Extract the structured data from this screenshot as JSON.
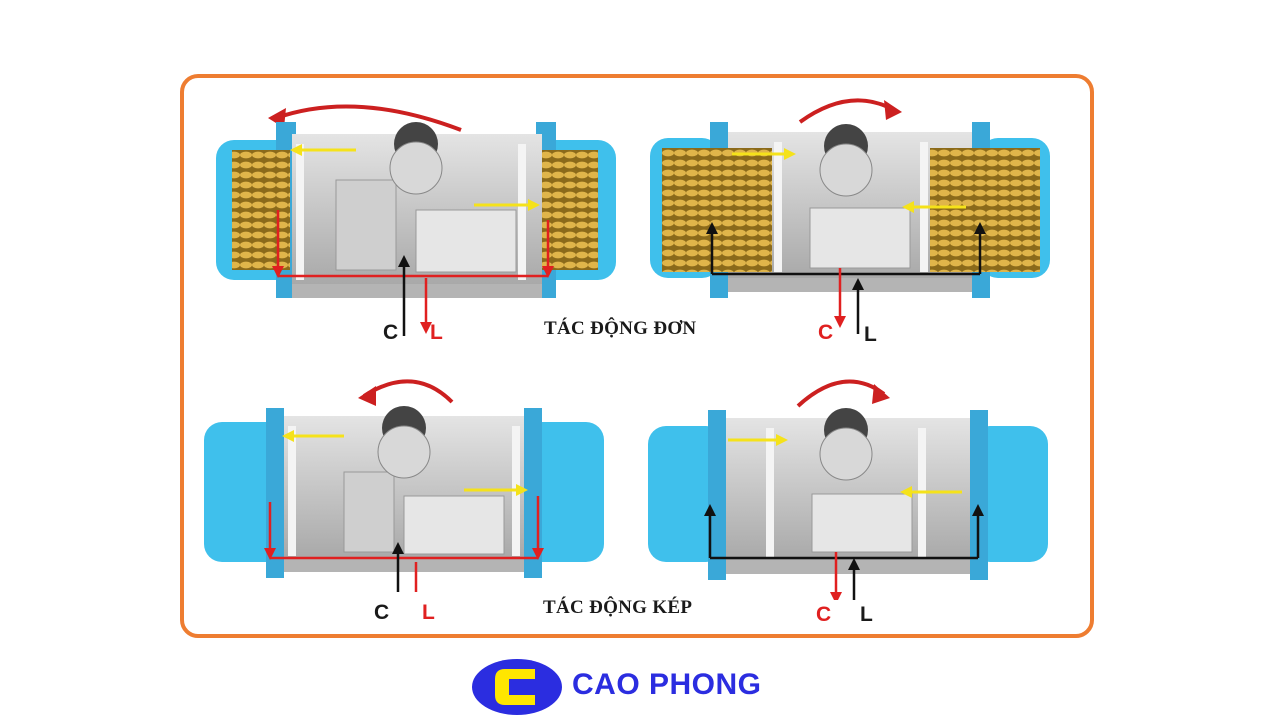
{
  "captions": {
    "single_acting": "TÁC ĐỘNG ĐƠN",
    "double_acting": "TÁC ĐỘNG KÉP"
  },
  "labels": {
    "c": "C",
    "l": "L"
  },
  "logo": {
    "text": "CAO PHONG",
    "letter": "C"
  },
  "colors": {
    "frame": "#ee7d31",
    "cap_blue": "#3fc0ec",
    "spring": "#c9a13a",
    "arrow_red": "#e02020",
    "arrow_yellow": "#f5e21a",
    "body_gray": "#c8c8c8",
    "logo_blue": "#2b2de0",
    "logo_yellow": "#ffe600"
  },
  "panels": [
    {
      "id": "single-left",
      "rotation": "counterclockwise",
      "springs": true
    },
    {
      "id": "single-right",
      "rotation": "clockwise",
      "springs": true
    },
    {
      "id": "double-left",
      "rotation": "counterclockwise",
      "springs": false
    },
    {
      "id": "double-right",
      "rotation": "clockwise",
      "springs": false
    }
  ]
}
